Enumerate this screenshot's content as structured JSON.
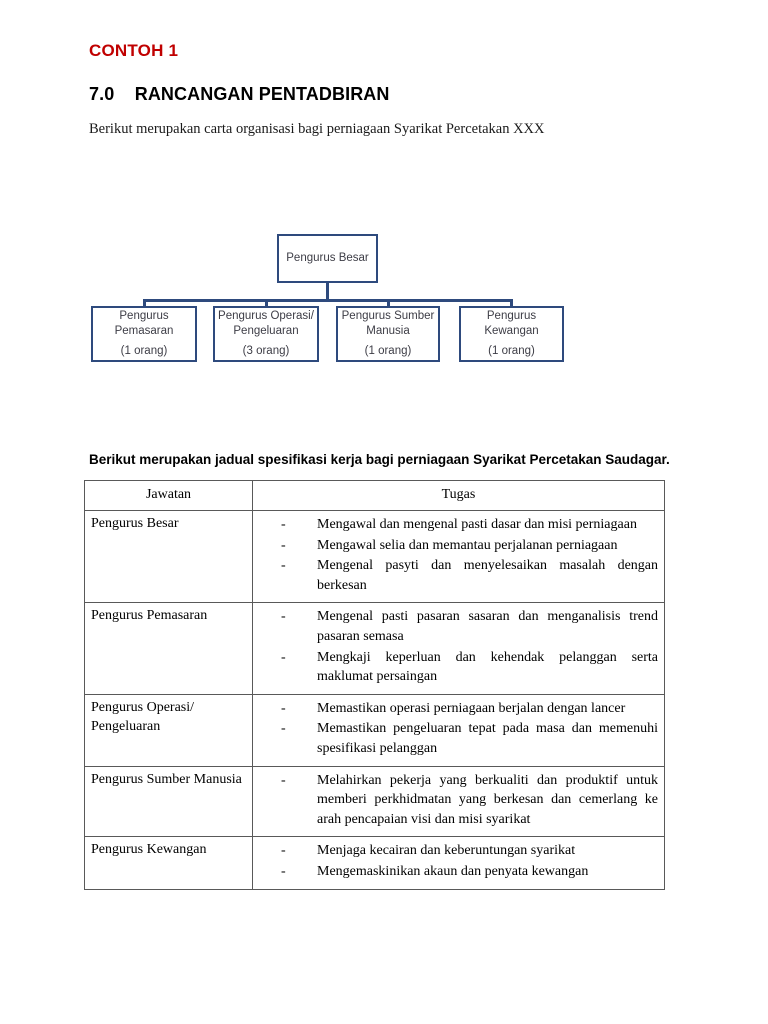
{
  "document": {
    "contoh_label": "CONTOH 1",
    "section_number": "7.0",
    "section_title": "RANCANGAN PENTADBIRAN",
    "section_heading_full": "7.0    RANCANGAN PENTADBIRAN",
    "intro_line": "Berikut merupakan carta organisasi bagi perniagaan Syarikat Percetakan XXX",
    "table_intro": "Berikut merupakan jadual spesifikasi kerja bagi perniagaan Syarikat Percetakan Saudagar."
  },
  "colors": {
    "contoh_red": "#C00000",
    "org_border_navy": "#2E4A7D",
    "org_text": "#3d3d46",
    "table_border": "#595959"
  },
  "org_chart": {
    "root": {
      "title": "Pengurus Besar",
      "count": ""
    },
    "children": [
      {
        "title": "Pengurus\nPemasaran",
        "count": "(1 orang)"
      },
      {
        "title": "Pengurus Operasi/\nPengeluaran",
        "count": "(3 orang)"
      },
      {
        "title": "Pengurus Sumber\nManusia",
        "count": "(1 orang)"
      },
      {
        "title": "Pengurus\nKewangan",
        "count": "(1 orang)"
      }
    ]
  },
  "spec_table": {
    "headers": [
      "Jawatan",
      "Tugas"
    ],
    "rows": [
      {
        "role": "Pengurus Besar",
        "tasks": [
          "Mengawal dan mengenal pasti dasar dan misi perniagaan",
          "Mengawal selia dan memantau perjalanan perniagaan",
          "Mengenal pasyti dan menyelesaikan masalah dengan berkesan"
        ]
      },
      {
        "role": "Pengurus Pemasaran",
        "tasks": [
          "Mengenal pasti pasaran sasaran dan menganalisis trend pasaran semasa",
          "Mengkaji keperluan dan kehendak pelanggan serta maklumat persaingan"
        ]
      },
      {
        "role": "Pengurus Operasi/ Pengeluaran",
        "tasks": [
          "Memastikan operasi perniagaan berjalan dengan lancer",
          "Memastikan pengeluaran tepat pada masa dan memenuhi spesifikasi pelanggan"
        ]
      },
      {
        "role": "Pengurus Sumber Manusia",
        "tasks": [
          "Melahirkan pekerja yang berkualiti dan produktif untuk memberi perkhidmatan yang berkesan dan cemerlang ke arah pencapaian visi dan misi syarikat"
        ]
      },
      {
        "role": "Pengurus Kewangan",
        "tasks": [
          "Menjaga kecairan dan keberuntungan syarikat",
          "Mengemaskinikan akaun dan penyata kewangan"
        ]
      }
    ],
    "dash_marker": "-"
  }
}
